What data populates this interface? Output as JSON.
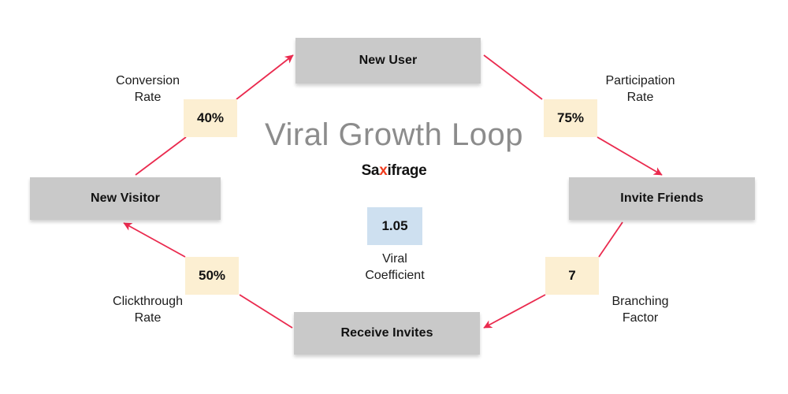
{
  "diagram": {
    "title": "Viral Growth Loop",
    "brand": {
      "prefix": "Sa",
      "accent": "x",
      "suffix": "ifrage",
      "accent_color": "#f03c1e"
    },
    "colors": {
      "stage_box": "#c9c9c9",
      "rate_badge": "#fcefd2",
      "coefficient_badge": "#cee0f0",
      "arrow": "#ea2a4e",
      "title_text": "#8c8c8c",
      "background": "#ffffff"
    },
    "stages": [
      {
        "id": "new-user",
        "label": "New User"
      },
      {
        "id": "invite-friends",
        "label": "Invite Friends"
      },
      {
        "id": "receive-invites",
        "label": "Receive Invites"
      },
      {
        "id": "new-visitor",
        "label": "New Visitor"
      }
    ],
    "metrics": [
      {
        "id": "conversion",
        "value": "40%",
        "caption": "Conversion\nRate",
        "kind": "rate"
      },
      {
        "id": "participation",
        "value": "75%",
        "caption": "Participation\nRate",
        "kind": "rate"
      },
      {
        "id": "branching",
        "value": "7",
        "caption": "Branching\nFactor",
        "kind": "rate"
      },
      {
        "id": "clickthrough",
        "value": "50%",
        "caption": "Clickthrough\nRate",
        "kind": "rate"
      },
      {
        "id": "viral",
        "value": "1.05",
        "caption": "Viral\nCoefficient",
        "kind": "coefficient"
      }
    ],
    "flow": [
      {
        "from": "New Visitor",
        "to": "New User",
        "metric": "40%"
      },
      {
        "from": "New User",
        "to": "Invite Friends",
        "metric": "75%"
      },
      {
        "from": "Invite Friends",
        "to": "Receive Invites",
        "metric": "7"
      },
      {
        "from": "Receive Invites",
        "to": "New Visitor",
        "metric": "50%"
      }
    ]
  }
}
